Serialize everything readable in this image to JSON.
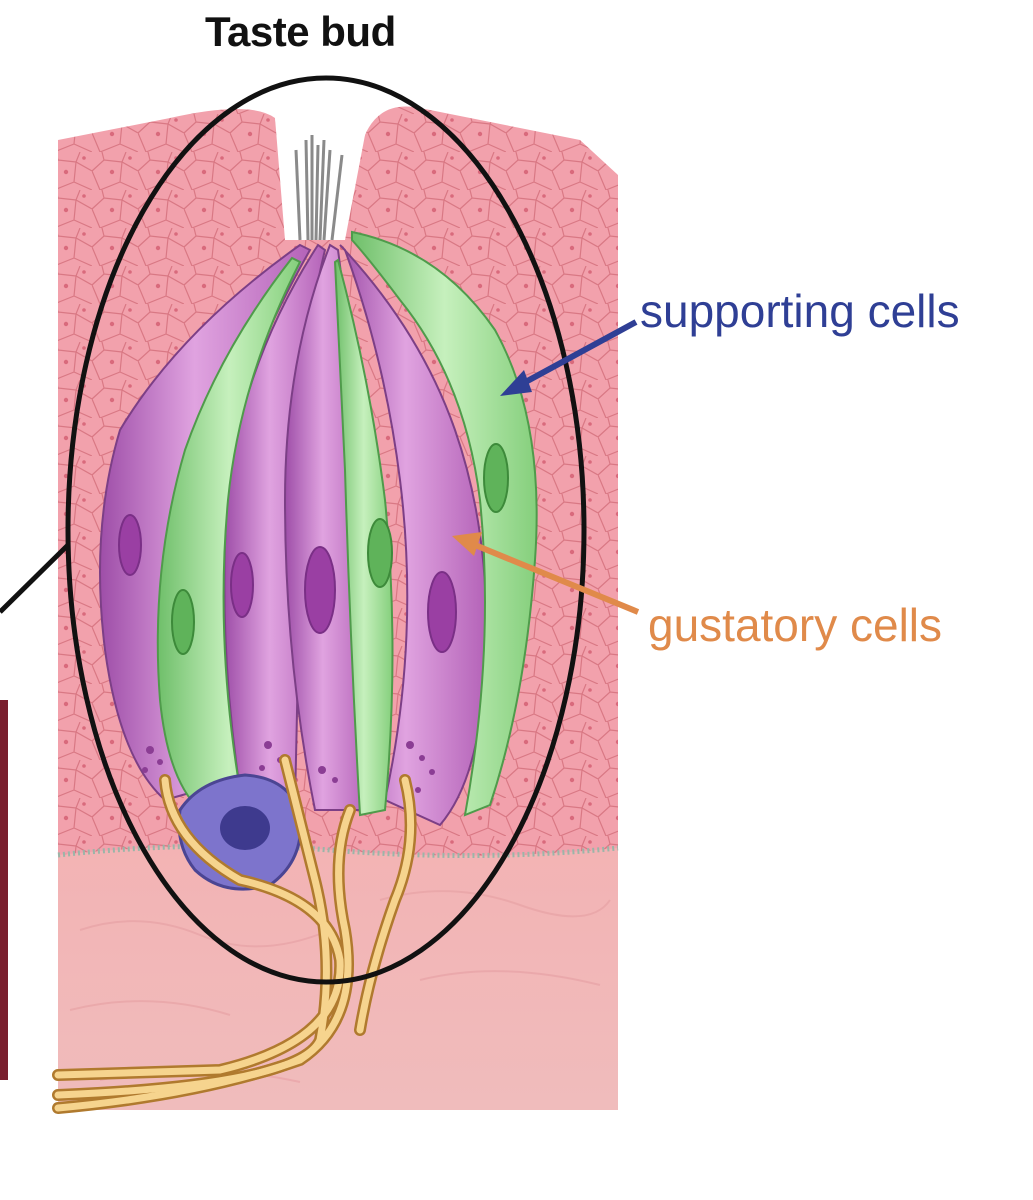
{
  "title": "Taste bud",
  "labels": {
    "supporting_cells": "supporting cells",
    "gustatory_cells": "gustatory cells"
  },
  "colors": {
    "supporting_label": "#2f3f95",
    "gustatory_label": "#e08a4a",
    "epithelium": "#f0a3ad",
    "connective_tissue": "#f6c4c0",
    "gustatory_cell": "#cf7fcf",
    "supporting_cell": "#a5e39c",
    "basal_cell": "#6b62bd",
    "nerve_fiber": "#f2c27a",
    "outline": "#111111"
  }
}
